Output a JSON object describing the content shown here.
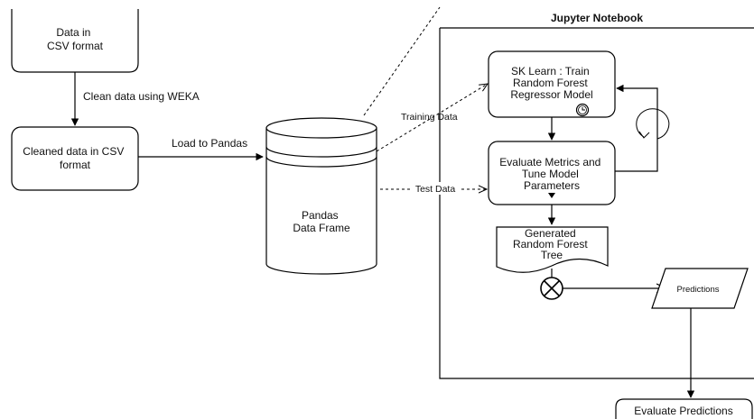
{
  "nodes": {
    "csv": {
      "lines": [
        "Data in",
        "CSV format"
      ]
    },
    "cleaned": {
      "lines": [
        "Cleaned data in CSV",
        "format"
      ]
    },
    "pandas": {
      "lines": [
        "Pandas",
        "Data Frame"
      ]
    },
    "train": {
      "lines": [
        "SK Learn : Train",
        "Random Forest",
        "Regressor Model"
      ]
    },
    "evaluate_metrics": {
      "lines": [
        "Evaluate Metrics and",
        "Tune Model",
        "Parameters"
      ]
    },
    "tree": {
      "lines": [
        "Generated",
        "Random Forest",
        "Tree"
      ]
    },
    "predictions": {
      "label": "Predictions"
    },
    "evaluate_predictions": {
      "label": "Evaluate Predictions"
    }
  },
  "edges": {
    "clean": "Clean data using WEKA",
    "load": "Load to Pandas",
    "training": "Training Data",
    "test": "Test Data"
  },
  "notebook": {
    "title": "Jupyter Notebook"
  },
  "icons": {
    "timer": "clock-icon",
    "merge": "circle-x-icon",
    "loop": "loop-arrow-icon"
  }
}
